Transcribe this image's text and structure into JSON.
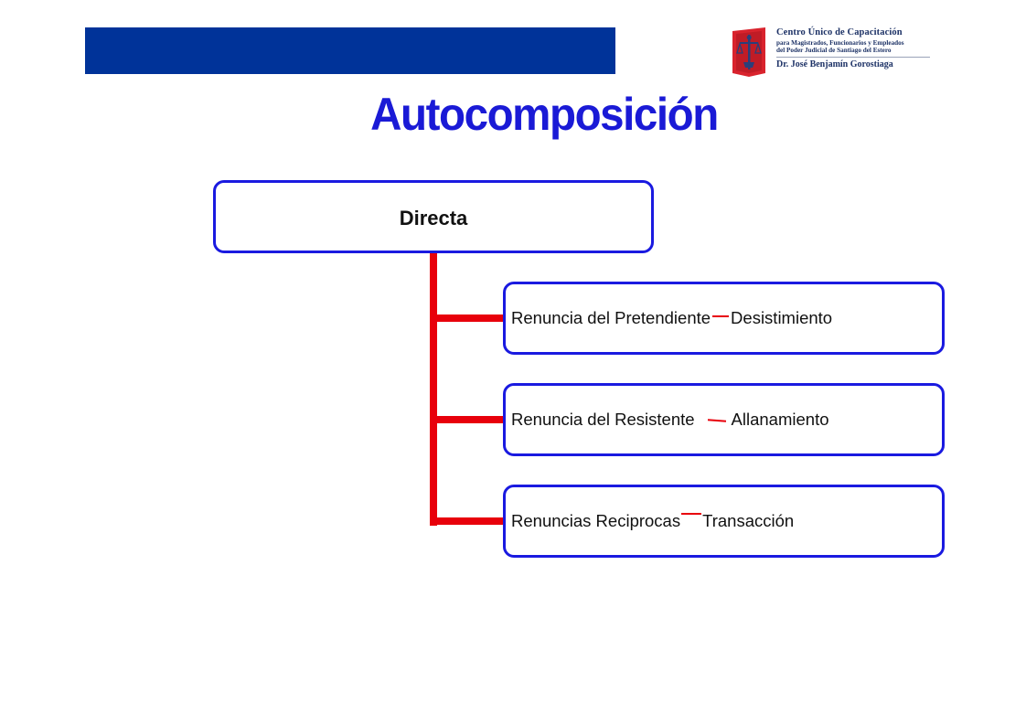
{
  "header": {
    "brand_color": "#003399",
    "logo": {
      "icon": "justice-seal-icon",
      "line1": "Centro Único de Capacitación",
      "line2": "para Magistrados, Funcionarios y Empleados",
      "line3": "del Poder Judicial de Santiago del Estero",
      "line4": "Dr. José Benjamín Gorostiaga"
    }
  },
  "title": "Autocomposición",
  "diagram": {
    "root": {
      "label": "Directa"
    },
    "children": [
      {
        "left": "Renuncia del Pretendiente",
        "right": "Desistimiento"
      },
      {
        "left": "Renuncia del Resistente",
        "right": "Allanamiento"
      },
      {
        "left": "Renuncias Reciprocas",
        "right": "Transacción"
      }
    ],
    "colors": {
      "box_border": "#1a1ae0",
      "connector": "#e8000b",
      "title": "#1a1ad6"
    }
  }
}
